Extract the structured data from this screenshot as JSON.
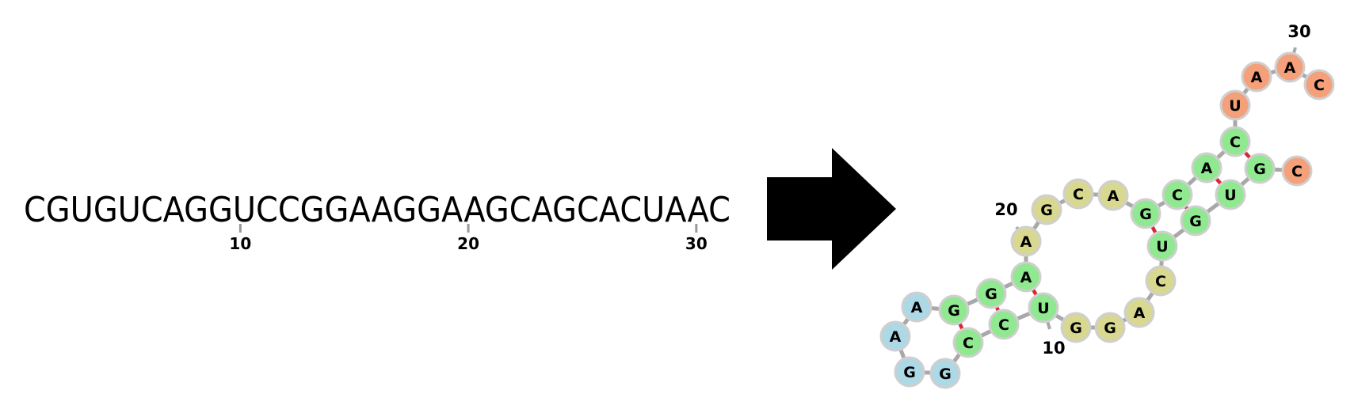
{
  "sequence": "CGUGUCAGGUCCGGAAGGAAGCAGCACUAAC",
  "sequence_ticks": [
    "10",
    "20",
    "30"
  ],
  "structure": {
    "position_labels": [
      "10",
      "20",
      "30"
    ],
    "nucleotides": [
      "C",
      "G",
      "U",
      "G",
      "U",
      "C",
      "A",
      "G",
      "G",
      "U",
      "C",
      "C",
      "G",
      "G",
      "A",
      "A",
      "G",
      "G",
      "A",
      "A",
      "G",
      "C",
      "A",
      "G",
      "C",
      "A",
      "C",
      "U",
      "A",
      "A",
      "C"
    ],
    "colors": {
      "stem": "#90e890",
      "hairpin_loop": "#add8e6",
      "multiloop": "#d8d890",
      "unpaired_end": "#f4a07a"
    }
  }
}
